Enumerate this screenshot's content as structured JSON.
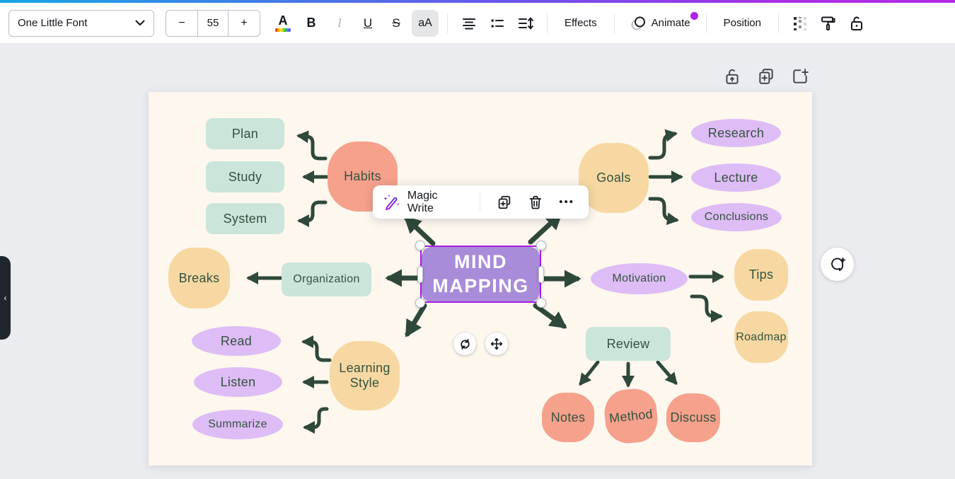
{
  "toolbar": {
    "font_name": "One Little Font",
    "font_size": "55",
    "decrease": "−",
    "increase": "+",
    "color_letter": "A",
    "bold": "B",
    "italic": "I",
    "underline": "U",
    "strikethrough": "S",
    "case_toggle": "aA",
    "effects": "Effects",
    "animate": "Animate",
    "position": "Position"
  },
  "context_toolbar": {
    "magic_write": "Magic Write",
    "more": "•••"
  },
  "left_flap": {
    "chevron": "‹"
  },
  "colors": {
    "accent_purple": "#a91de4",
    "node_mint": "#cbe5da",
    "node_salmon": "#f5a18c",
    "node_tan": "#f7d8a2",
    "node_lavender": "#debcf5",
    "node_center": "#a88bd9",
    "arrow_green": "#2e4839",
    "canvas_cream": "#fdf7ee"
  },
  "mindmap": {
    "center_line1": "MIND",
    "center_line2": "MAPPING",
    "plan": "Plan",
    "study": "Study",
    "system": "System",
    "habits": "Habits",
    "goals": "Goals",
    "research": "Research",
    "lecture": "Lecture",
    "conclusions": "Conclusions",
    "breaks": "Breaks",
    "organization": "Organization",
    "motivation": "Motivation",
    "tips": "Tips",
    "roadmap": "Roadmap",
    "review": "Review",
    "read": "Read",
    "listen": "Listen",
    "summarize": "Summarize",
    "learning_style_line1": "Learning",
    "learning_style_line2": "Style",
    "notes": "Notes",
    "method": "Method",
    "discuss": "Discuss"
  }
}
